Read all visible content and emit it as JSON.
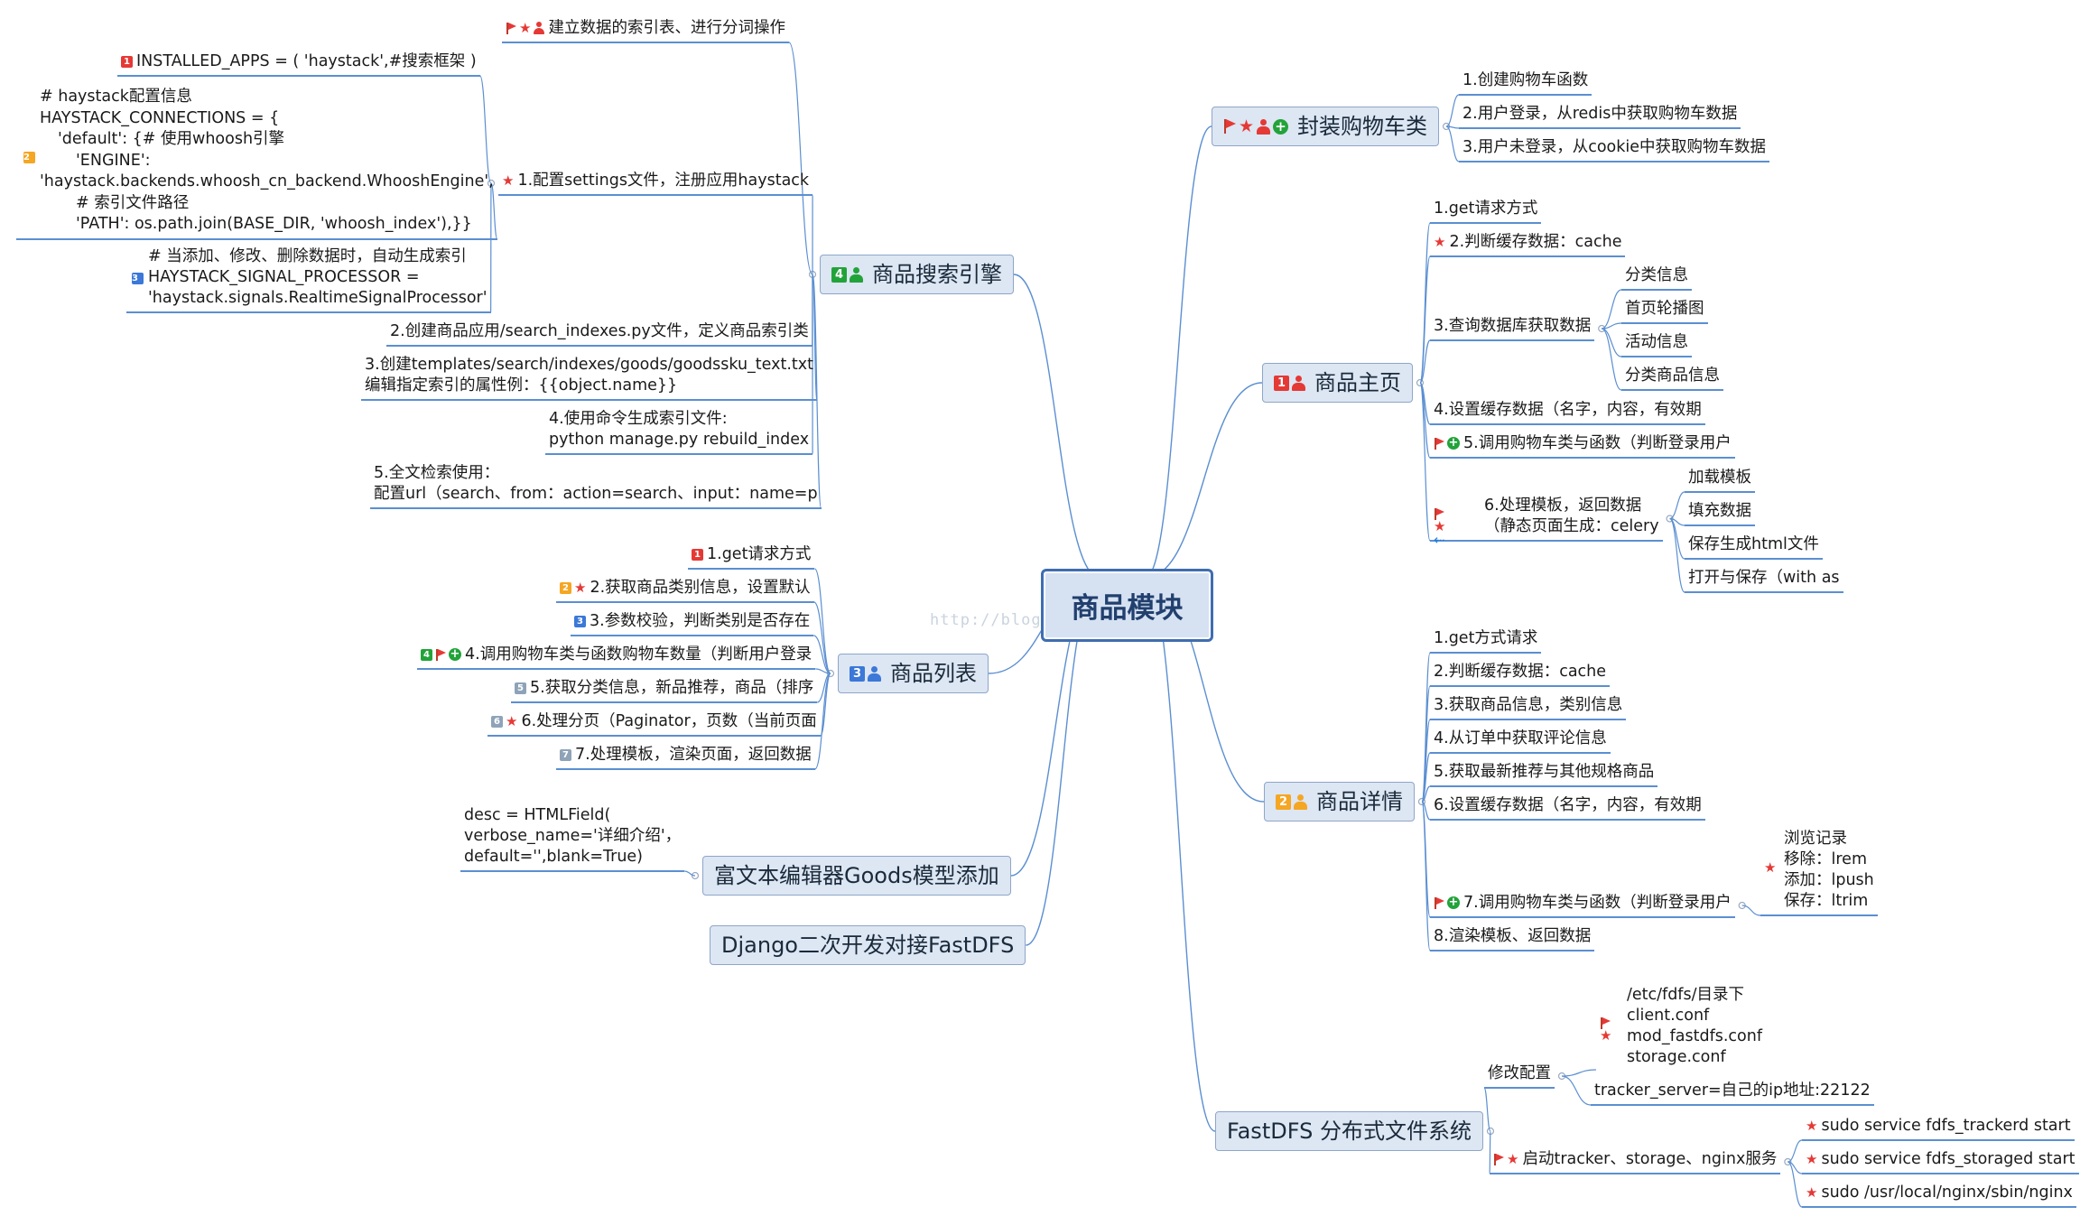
{
  "title": "商品模块",
  "watermark": "http://blog.csdn.net/doujat",
  "branches": {
    "search": {
      "label": "商品搜索引擎",
      "leaves": [
        "建立数据的索引表、进行分词操作",
        "INSTALLED_APPS = ( 'haystack',#搜索框架 )",
        [
          "# haystack配置信息",
          "HAYSTACK_CONNECTIONS = {",
          "'default': {# 使用whoosh引擎",
          "'ENGINE':",
          "'haystack.backends.whoosh_cn_backend.WhooshEngine',",
          "# 索引文件路径",
          "'PATH': os.path.join(BASE_DIR, 'whoosh_index'),}}"
        ],
        "1.配置settings文件，注册应用haystack",
        [
          "# 当添加、修改、删除数据时，自动生成索引",
          "HAYSTACK_SIGNAL_PROCESSOR =",
          "'haystack.signals.RealtimeSignalProcessor'"
        ],
        "2.创建商品应用/search_indexes.py文件，定义商品索引类",
        [
          "3.创建templates/search/indexes/goods/goodssku_text.txt",
          "编辑指定索引的属性例：{{object.name}}"
        ],
        [
          "4.使用命令生成索引文件:",
          "python manage.py rebuild_index"
        ],
        [
          "5.全文检索使用：",
          "配置url（search、from：action=search、input：name=p"
        ]
      ]
    },
    "list": {
      "label": "商品列表",
      "leaves": [
        "1.get请求方式",
        "2.获取商品类别信息，设置默认",
        "3.参数校验，判断类别是否存在",
        "4.调用购物车类与函数购物车数量（判断用户登录",
        "5.获取分类信息，新品推荐，商品（排序",
        "6.处理分页（Paginator，页数（当前页面",
        "7.处理模板，渲染页面，返回数据"
      ]
    },
    "rich": {
      "label": "富文本编辑器Goods模型添加",
      "leaves": [
        [
          "desc = HTMLField(",
          "verbose_name='详细介绍'，",
          "default='',blank=True)"
        ]
      ]
    },
    "fastdfs_dev": {
      "label": "Django二次开发对接FastDFS"
    },
    "cart": {
      "label": "封装购物车类",
      "leaves": [
        "1.创建购物车函数",
        "2.用户登录，从redis中获取购物车数据",
        "3.用户未登录，从cookie中获取购物车数据"
      ]
    },
    "home": {
      "label": "商品主页",
      "leaves": [
        "1.get请求方式",
        "2.判断缓存数据：cache",
        "3.查询数据库获取数据",
        "分类信息",
        "首页轮播图",
        "活动信息",
        "分类商品信息",
        "4.设置缓存数据（名字，内容，有效期",
        "5.调用购物车类与函数（判断登录用户",
        [
          "6.处理模板，返回数据",
          "（静态页面生成：celery"
        ],
        "加载模板",
        "填充数据",
        "保存生成html文件",
        "打开与保存（with as"
      ]
    },
    "detail": {
      "label": "商品详情",
      "leaves": [
        "1.get方式请求",
        "2.判断缓存数据：cache",
        "3.获取商品信息，类别信息",
        "4.从订单中获取评论信息",
        "5.获取最新推荐与其他规格商品",
        "6.设置缓存数据（名字，内容，有效期",
        "7.调用购物车类与函数（判断登录用户",
        [
          "浏览记录",
          "移除：lrem",
          "添加：lpush",
          "保存：ltrim"
        ],
        "8.渲染模板、返回数据"
      ]
    },
    "fastdfs": {
      "label": "FastDFS 分布式文件系统",
      "leaves": [
        "修改配置",
        [
          "/etc/fdfs/目录下",
          "client.conf",
          "mod_fastdfs.conf",
          "storage.conf"
        ],
        "tracker_server=自己的ip地址:22122",
        "启动tracker、storage、nginx服务",
        "sudo service fdfs_trackerd start",
        "sudo service fdfs_storaged start",
        "sudo /usr/local/nginx/sbin/nginx"
      ]
    }
  },
  "colors": {
    "line": "#5b8fd1",
    "branch_fill": "#dde6f3",
    "center_fill": "#d6e2f2",
    "badge": [
      "#e53935",
      "#f5a623",
      "#3b78d8",
      "#22a33a",
      "#8fa3b8",
      "#8fa3b8",
      "#8fa3b8"
    ]
  },
  "icon_names": [
    "flag-icon",
    "star-icon",
    "person-icon",
    "plus-icon",
    "arrow-icon",
    "number-badge"
  ]
}
